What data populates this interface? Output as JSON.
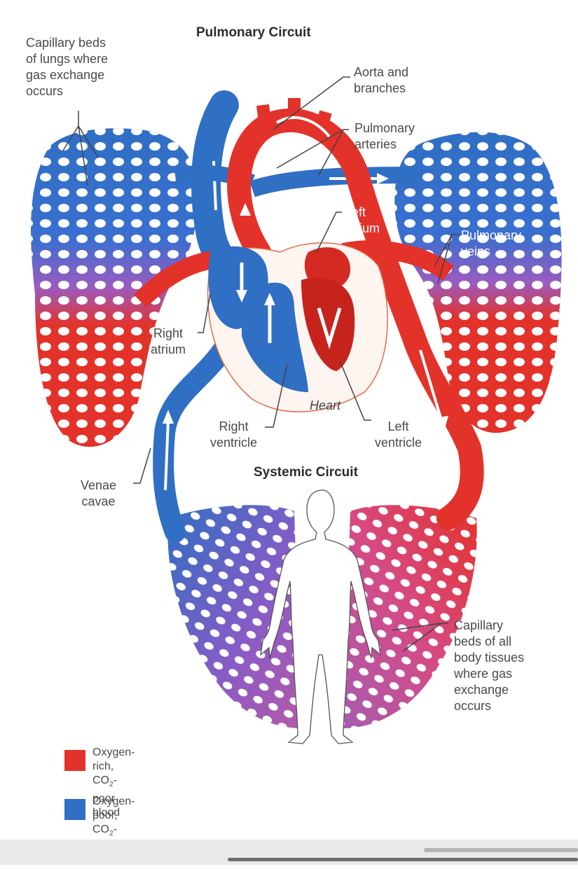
{
  "colors": {
    "oxygen_rich": "#e3322a",
    "oxygen_poor": "#2f6fc4",
    "mixed": "#9b5bc0",
    "label_text": "#4a4a4a"
  },
  "headings": {
    "pulmonary": "Pulmonary Circuit",
    "systemic": "Systemic Circuit"
  },
  "labels": {
    "lung_capillaries": "Capillary beds\nof lungs where\ngas exchange\noccurs",
    "aorta": "Aorta and\nbranches",
    "pulmonary_arteries": "Pulmonary\narteries",
    "left_atrium": "Left\natrium",
    "pulmonary_veins": "Pulmonary\nveins",
    "right_atrium": "Right\natrium",
    "heart": "Heart",
    "right_ventricle": "Right\nventricle",
    "left_ventricle": "Left\nventricle",
    "venae_cavae": "Venae\ncavae",
    "body_capillaries": "Capillary\nbeds of all\nbody tissues\nwhere gas\nexchange\noccurs"
  },
  "legend": [
    {
      "color": "#e3322a",
      "line1": "Oxygen-rich,",
      "line2_pre": "CO",
      "line2_sub": "2",
      "line2_post": "-poor blood"
    },
    {
      "color": "#2f6fc4",
      "line1": "Oxygen-poor,",
      "line2_pre": "CO",
      "line2_sub": "2",
      "line2_post": "-rich blood"
    }
  ]
}
